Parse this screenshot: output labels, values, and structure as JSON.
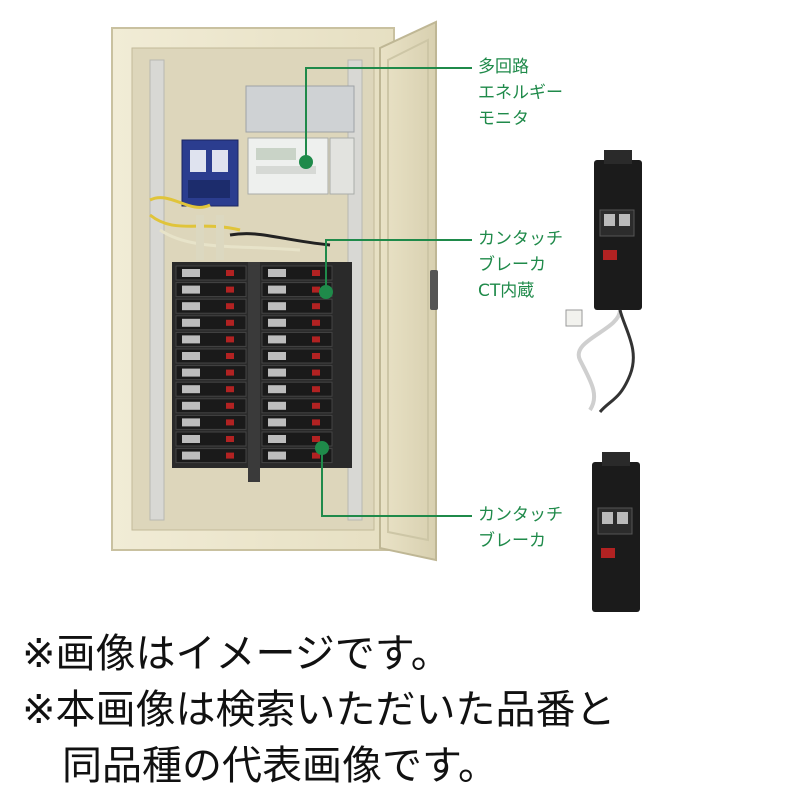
{
  "callouts": {
    "energy_monitor": [
      "多回路",
      "エネルギー",
      "モニタ"
    ],
    "ct_breaker": [
      "カンタッチ",
      "ブレーカ",
      "CT内蔵"
    ],
    "breaker": [
      "カンタッチ",
      "ブレーカ"
    ]
  },
  "notice": {
    "line1": "※画像はイメージです。",
    "line2": "※本画像は検索いただいた品番と",
    "line3": "同品種の代表画像です。"
  },
  "colors": {
    "callout_green": "#1f8a4a",
    "panel_cream": "#efe9cf",
    "breaker_black": "#1b1b1b"
  }
}
